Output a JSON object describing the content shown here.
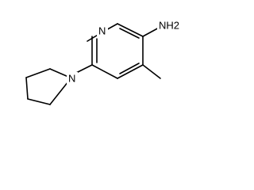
{
  "molecule": {
    "labels": {
      "pyridine_n": "N",
      "amine": "NH2",
      "pyrrolidine_n": "N"
    }
  }
}
